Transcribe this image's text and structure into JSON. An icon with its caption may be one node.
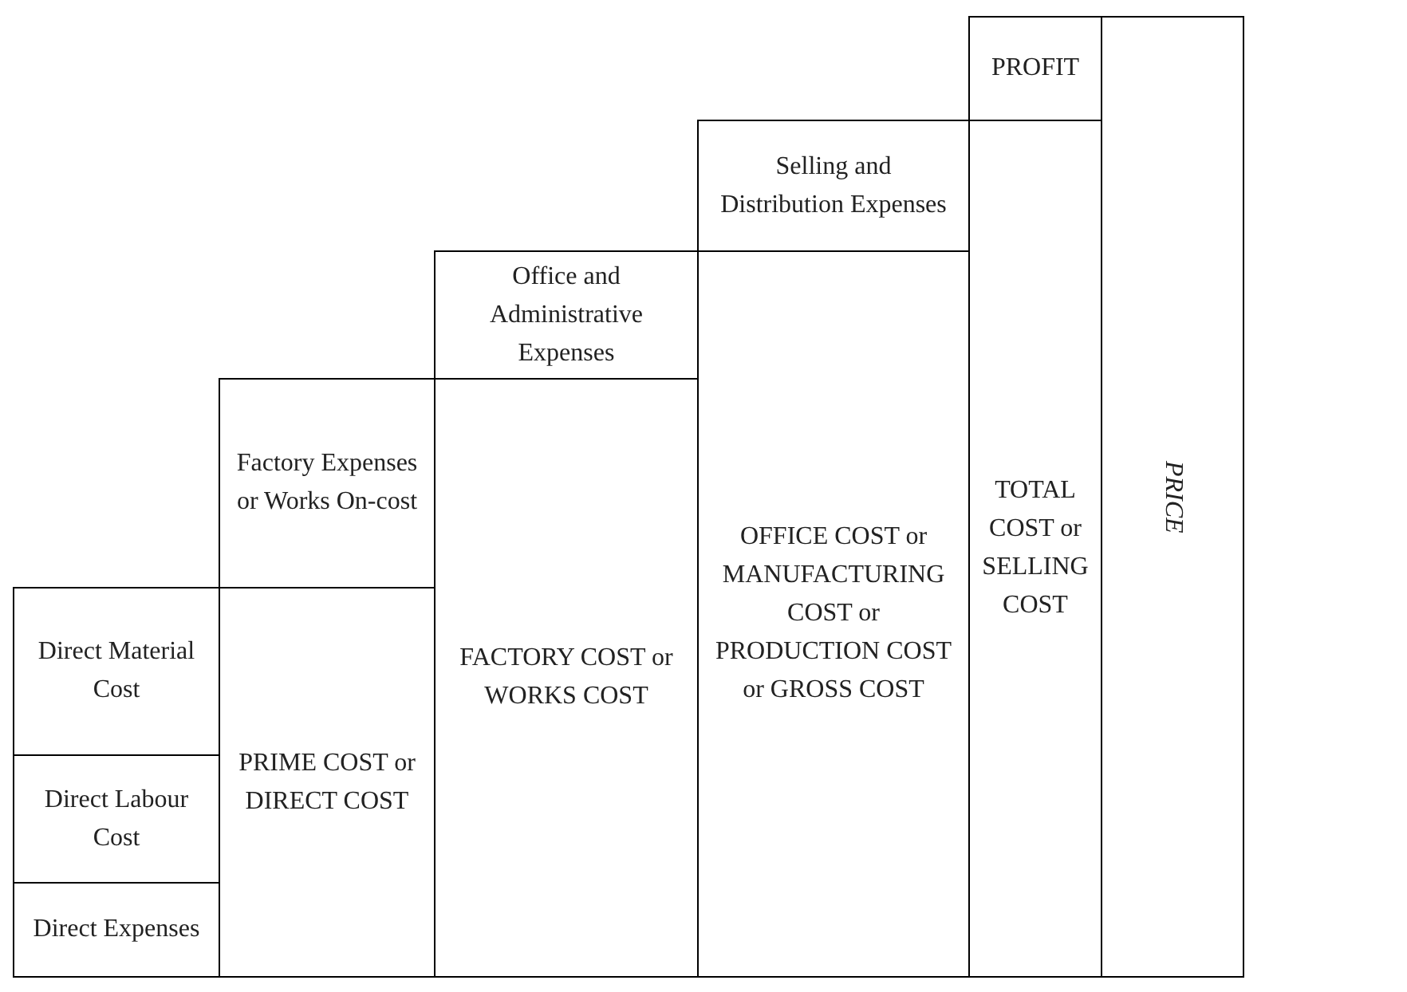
{
  "diagram": {
    "nodes": [
      {
        "text": [
          "Direct Material Cost"
        ]
      },
      {
        "text": [
          "Direct Labour Cost"
        ]
      },
      {
        "text": [
          "Direct Expenses"
        ]
      },
      {
        "text": [
          "Factory Expenses or Works On-cost"
        ]
      },
      {
        "text": [
          "PRIME COST or DIRECT COST"
        ]
      },
      {
        "text": [
          "Office and Administrative Expenses"
        ]
      },
      {
        "text": [
          "FACTORY COST or WORKS COST"
        ]
      },
      {
        "text": [
          "Selling and Distribution Expenses"
        ]
      },
      {
        "text": [
          "OFFICE COST or MANUFACTURING COST or PRODUCTION COST or GROSS COST"
        ]
      },
      {
        "text": [
          "PROFIT"
        ]
      },
      {
        "text": [
          "TOTAL COST or SELLING COST"
        ]
      },
      {
        "text": [
          "PRICE"
        ]
      }
    ]
  }
}
